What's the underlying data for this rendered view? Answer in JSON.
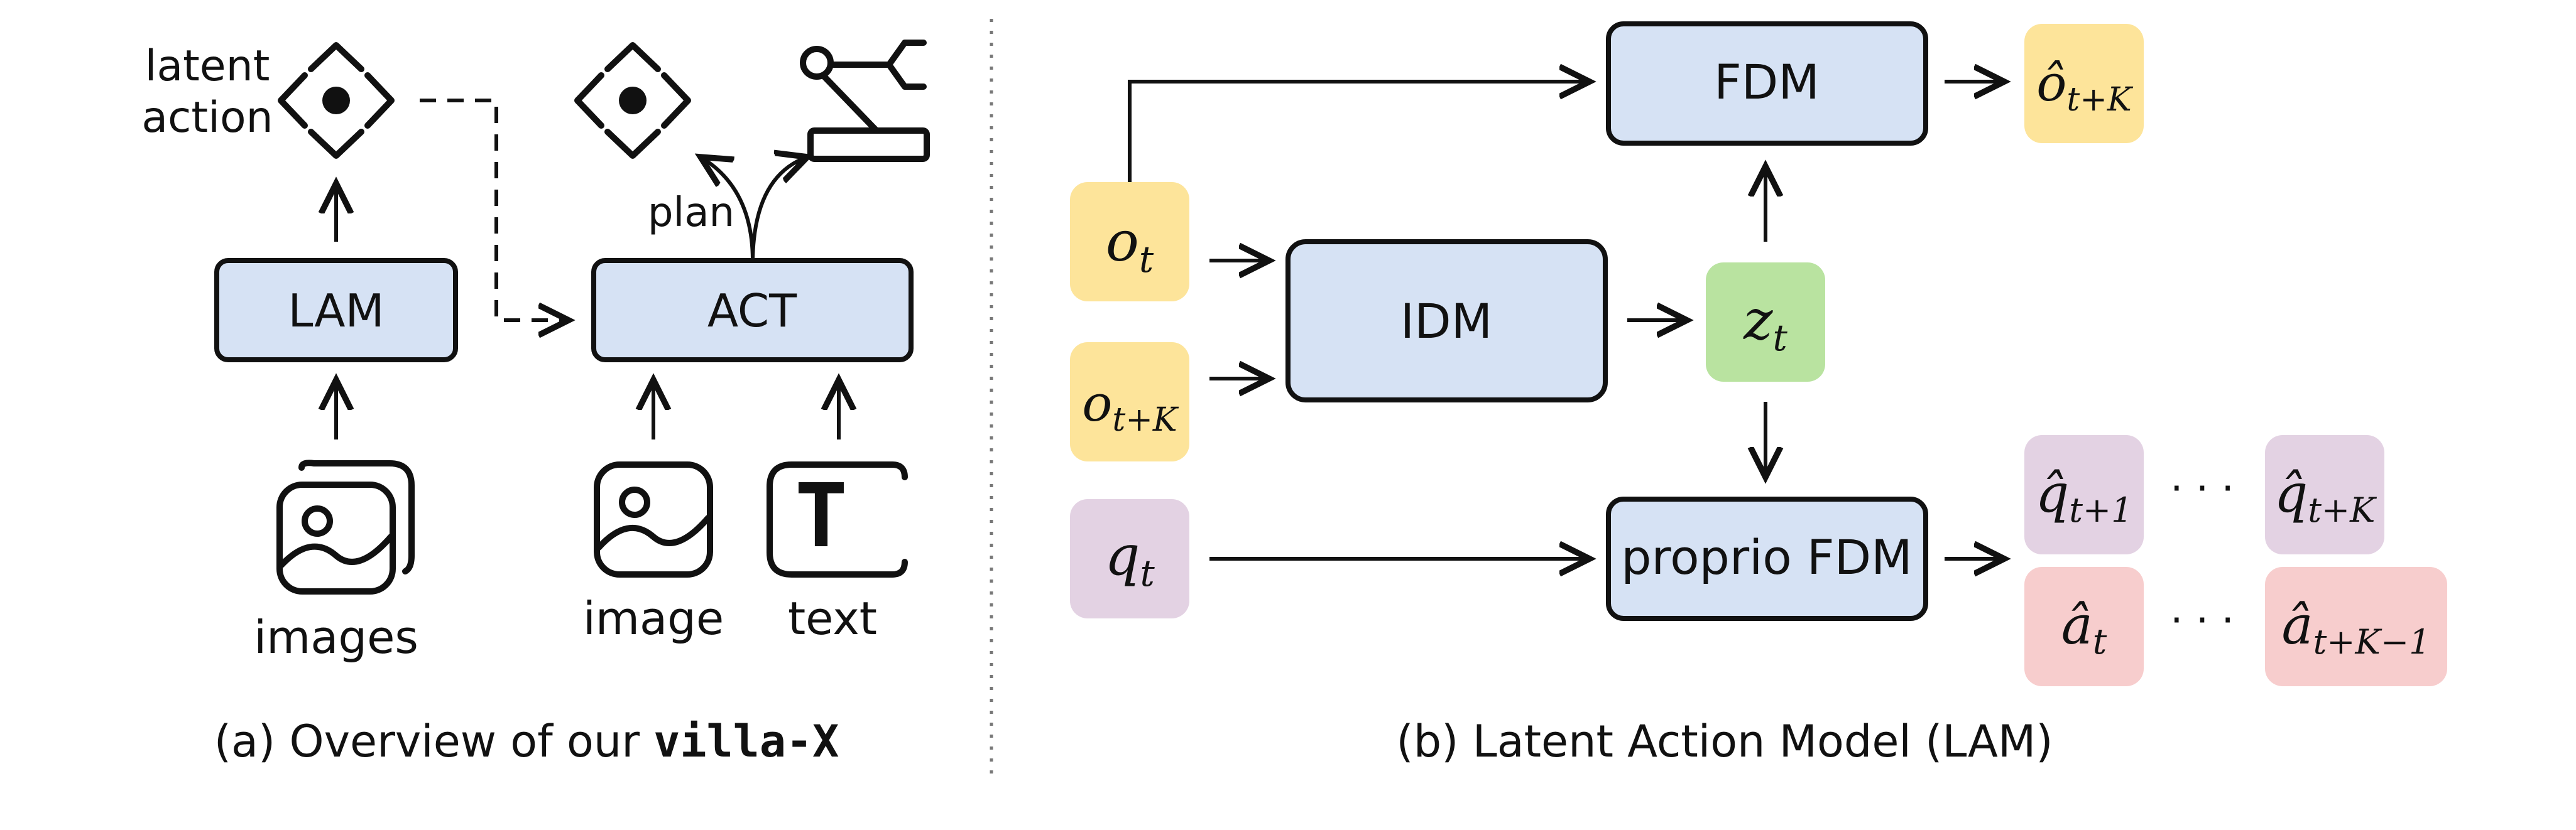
{
  "panel_a": {
    "latent_action_line1": "latent",
    "latent_action_line2": "action",
    "lam": "LAM",
    "act": "ACT",
    "plan": "plan",
    "images": "images",
    "image": "image",
    "text": "text",
    "caption_prefix": "(a) Overview of our ",
    "caption_code": "villa-X"
  },
  "panel_b": {
    "fdm": "FDM",
    "idm": "IDM",
    "proprio_fdm": "proprio FDM",
    "caption": "(b) Latent Action Model (LAM)",
    "o_t": {
      "base": "o",
      "sub": "t"
    },
    "o_tk": {
      "base": "o",
      "sub": "t+K"
    },
    "q_t": {
      "base": "q",
      "sub": "t"
    },
    "z_t": {
      "base": "z",
      "sub": "t"
    },
    "o_hat_tk": {
      "base": "ô",
      "sub": "t+K"
    },
    "q_hat_t1": {
      "base": "q̂",
      "sub": "t+1"
    },
    "q_hat_tk": {
      "base": "q̂",
      "sub": "t+K"
    },
    "a_hat_t": {
      "base": "â",
      "sub": "t"
    },
    "a_hat_tk1": {
      "base": "â",
      "sub": "t+K−1"
    },
    "ellipsis": "· · ·"
  },
  "colors": {
    "box_blue": "#d6e2f4",
    "obs_yellow": "#fde49a",
    "latent_green": "#b9e3a0",
    "proprio_purple": "#e3d2e3",
    "action_pink": "#f7cdcd"
  }
}
